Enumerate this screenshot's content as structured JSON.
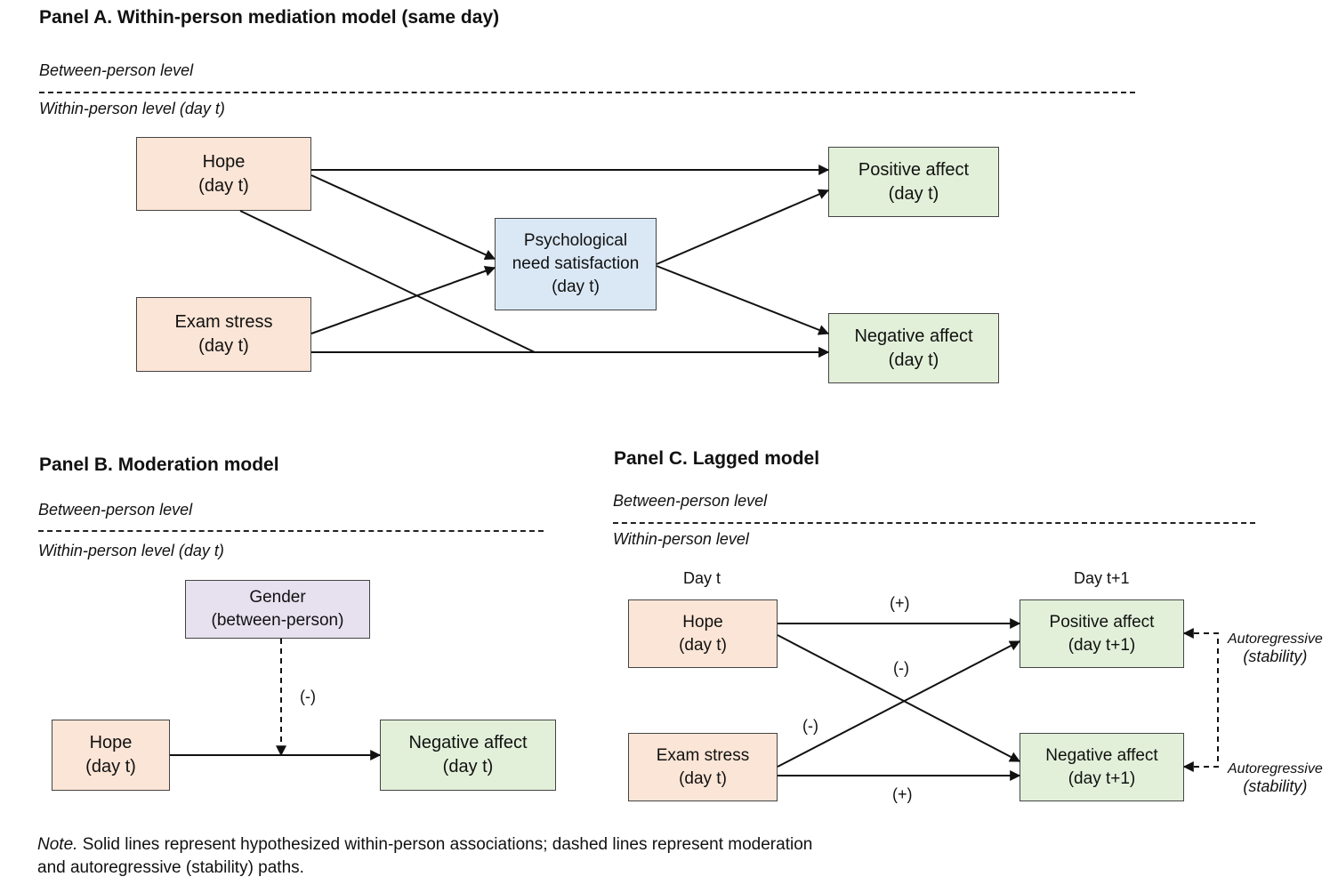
{
  "panel_a": {
    "title": "Panel A. Within-person mediation model (same day)",
    "between_label": "Between-person level",
    "within_label": "Within-person level (day t)",
    "hope": {
      "line1": "Hope",
      "line2": "(day t)"
    },
    "stress": {
      "line1": "Exam stress",
      "line2": "(day t)"
    },
    "mediator": {
      "line1": "Psychological",
      "line2": "need satisfaction",
      "line3": "(day t)"
    },
    "positive": {
      "line1": "Positive affect",
      "line2": "(day t)"
    },
    "negative": {
      "line1": "Negative affect",
      "line2": "(day t)"
    }
  },
  "panel_b": {
    "title": "Panel B. Moderation model",
    "between_label": "Between-person level",
    "within_label": "Within-person level (day t)",
    "gender": {
      "line1": "Gender",
      "line2": "(between-person)"
    },
    "hope": {
      "line1": "Hope",
      "line2": "(day t)"
    },
    "negative": {
      "line1": "Negative affect",
      "line2": "(day t)"
    },
    "moderation_sign": "(-)"
  },
  "panel_c": {
    "title": "Panel C. Lagged model",
    "between_label": "Between-person level",
    "within_label": "Within-person level",
    "day_t": "Day t",
    "day_t1": "Day t+1",
    "hope": {
      "line1": "Hope",
      "line2": "(day t)"
    },
    "stress": {
      "line1": "Exam stress",
      "line2": "(day t)"
    },
    "positive": {
      "line1": "Positive affect",
      "line2": "(day t+1)"
    },
    "negative": {
      "line1": "Negative affect",
      "line2": "(day t+1)"
    },
    "sign_hope_pos": "(+)",
    "sign_hope_neg": "(-)",
    "sign_stress_pos": "(-)",
    "sign_stress_neg": "(+)",
    "auto_top": {
      "line1": "Autoregressive",
      "line2": "(stability)"
    },
    "auto_bottom": {
      "line1": "Autoregressive",
      "line2": "(stability)"
    }
  },
  "note": {
    "label": "Note.",
    "text": " Solid lines represent hypothesized within-person associations; dashed lines represent moderation",
    "text2": "and autoregressive (stability) paths."
  }
}
